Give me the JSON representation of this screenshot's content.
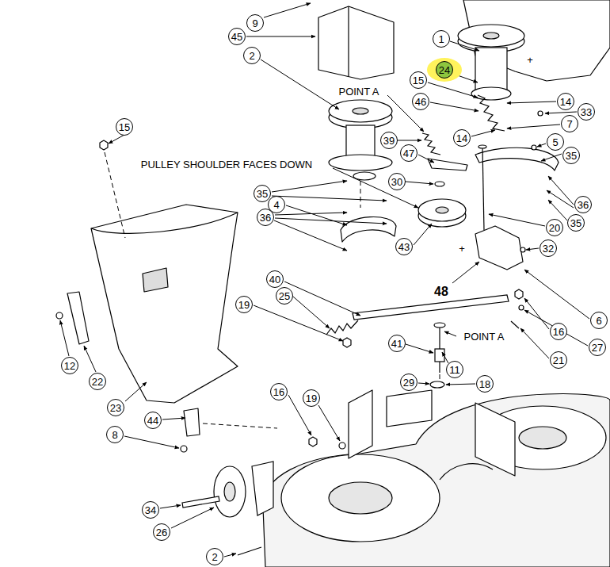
{
  "diagram": {
    "labels": [
      "9",
      "45",
      "1",
      "2",
      "24",
      "15",
      "POINT A",
      "46",
      "14",
      "33",
      "7",
      "15",
      "14",
      "39",
      "5",
      "47",
      "35",
      "PULLEY SHOULDER FACES DOWN",
      "30",
      "35",
      "4",
      "36",
      "36",
      "35",
      "20",
      "43",
      "32",
      "+",
      "+",
      "40",
      "25",
      "19",
      "48",
      "6",
      "16",
      "POINT A",
      "41",
      "27",
      "21",
      "12",
      "11",
      "22",
      "29",
      "18",
      "16",
      "19",
      "23",
      "44",
      "8",
      "34",
      "26",
      "2"
    ]
  }
}
